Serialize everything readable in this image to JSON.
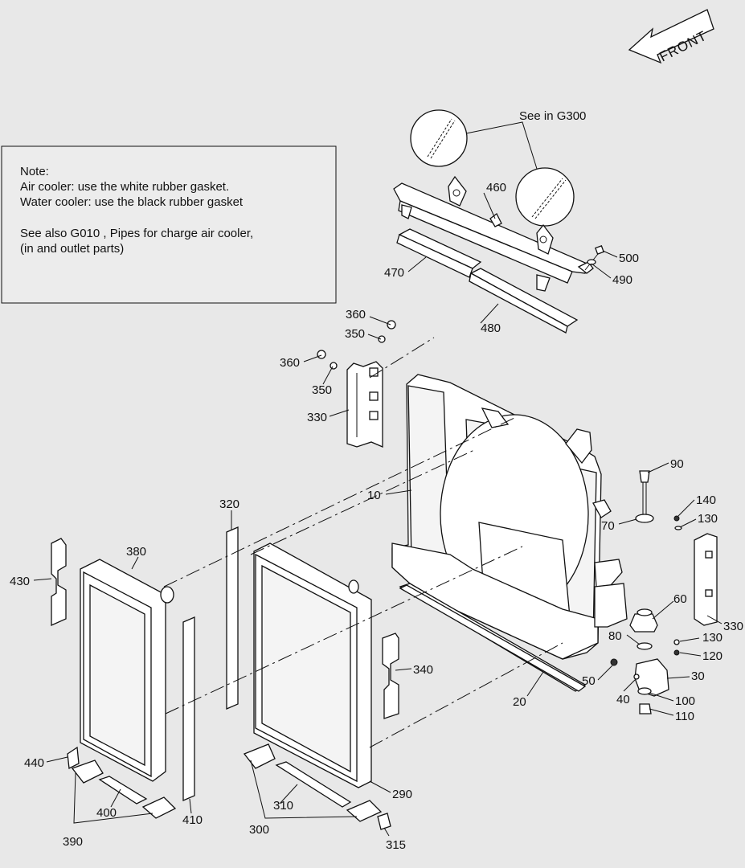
{
  "front_arrow": {
    "label": "FRONT"
  },
  "note": {
    "lines": [
      "Note:",
      "Air cooler:  use the white rubber gasket.",
      "Water cooler:  use the black rubber gasket",
      "",
      "See also G010 , Pipes for charge air cooler,",
      "(in and outlet parts)"
    ]
  },
  "reference": {
    "label": "See in G300"
  },
  "callouts": [
    "460",
    "500",
    "490",
    "470",
    "480",
    "360",
    "350",
    "360",
    "350",
    "330",
    "10",
    "90",
    "140",
    "130",
    "70",
    "320",
    "380",
    "430",
    "60",
    "330",
    "80",
    "130",
    "120",
    "340",
    "50",
    "30",
    "40",
    "100",
    "20",
    "110",
    "440",
    "290",
    "400",
    "410",
    "310",
    "390",
    "300",
    "315"
  ],
  "colors": {
    "background": "#e8e8e8",
    "ink": "#111111",
    "part_fill": "#ffffff"
  }
}
